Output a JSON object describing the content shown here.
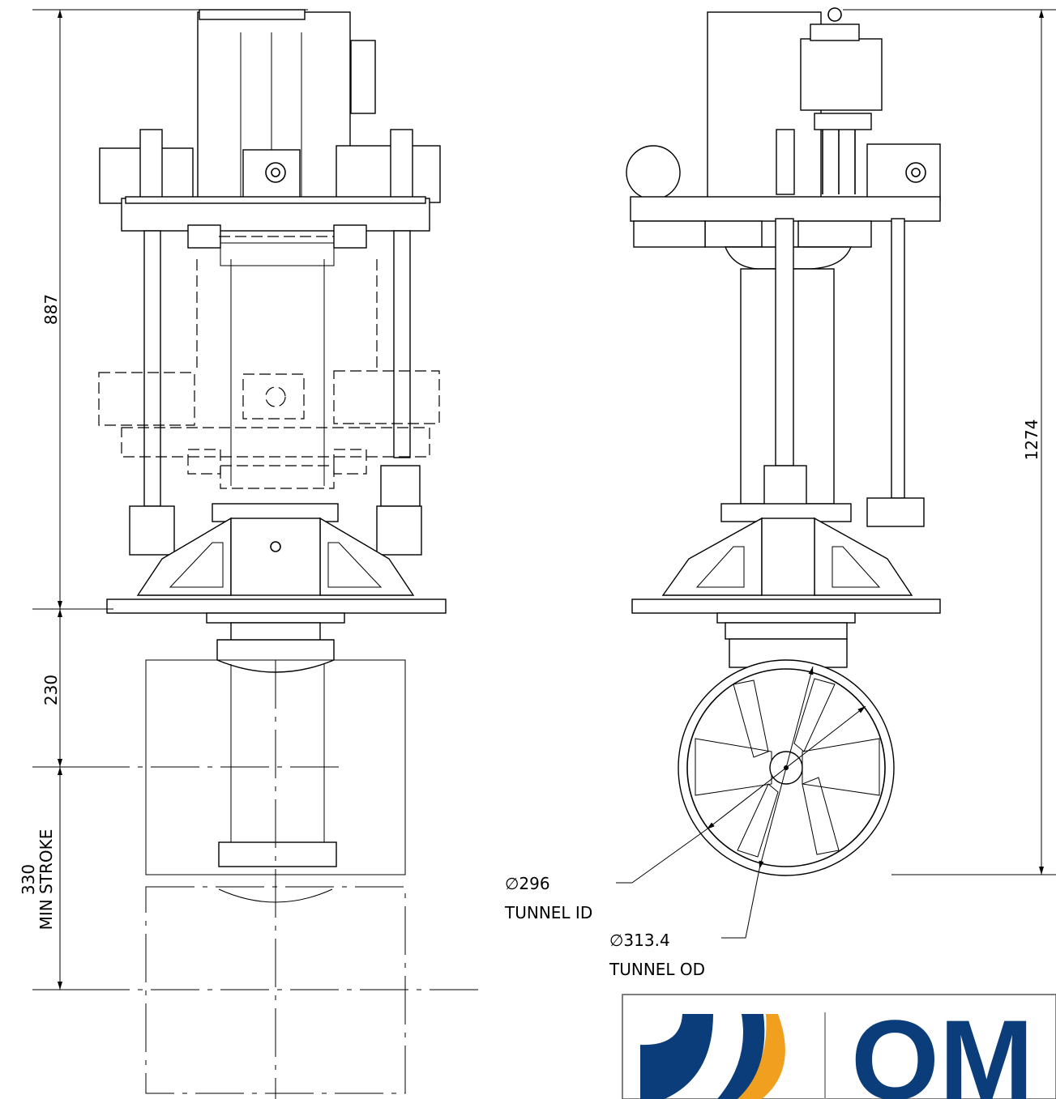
{
  "dimensions": {
    "overall_left": "887",
    "overall_right": "1274",
    "lower_a": "230",
    "lower_b_value": "330",
    "lower_b_note": "MIN STROKE"
  },
  "callouts": {
    "id_value": "∅296",
    "id_label": "TUNNEL ID",
    "od_value": "∅313.4",
    "od_label": "TUNNEL OD"
  },
  "logo": {
    "text": "OM",
    "colors": {
      "blue": "#0b3d7a",
      "orange": "#f0a01e"
    }
  }
}
